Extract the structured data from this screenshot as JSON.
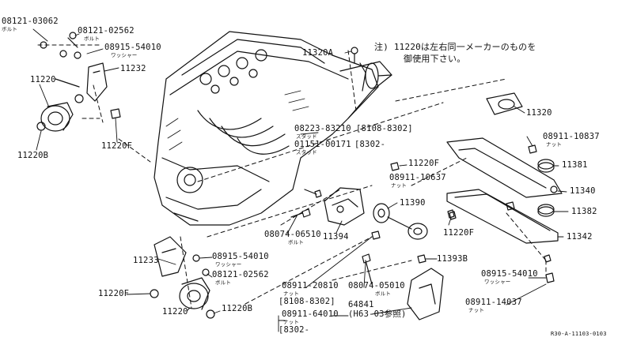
{
  "note": {
    "line1": "注) 11220は左右同一メーカーのものを",
    "line2": "御使用下さい。"
  },
  "labels": {
    "p08121_03062": "08121-03062",
    "bolt_a": "ボルト",
    "p08121_02562_a": "08121-02562",
    "bolt_b": "ボルト",
    "p08915_54010_a": "08915-54010",
    "washer_a": "ワッシャー",
    "p11232": "11232",
    "p11220_left": "11220",
    "p11220F_left": "11220F",
    "p11220B_left": "11220B",
    "p11320A": "11320A",
    "p08223_83210": "08223-83210",
    "stud_a": "スタッド",
    "range_a": "[8108-8302]",
    "p01151_00171": "01151-00171",
    "stud_b": "スタッド",
    "range_b": "[8302-",
    "p11220F_mid": "11220F",
    "p11320": "11320",
    "p08911_10837_a": "08911-10837",
    "nut_a": "ナット",
    "p11381": "11381",
    "p08911_10637": "08911-10637",
    "nut_b": "ナット",
    "p11340": "11340",
    "p11390": "11390",
    "p11382": "11382",
    "p08074_06510": "08074-06510",
    "bolt_c": "ボルト",
    "p11394": "11394",
    "p11220F_r": "11220F",
    "p11342": "11342",
    "p11233": "11233",
    "p08915_54010_b": "08915-54010",
    "washer_b": "ワッシャー",
    "p08121_02562_b": "08121-02562",
    "bolt_d": "ボルト",
    "p11393B": "11393B",
    "p11220F_bl": "11220F",
    "p11220_bl": "11220",
    "p11220B_bl": "11220B",
    "p08911_20810": "08911-20810",
    "nut_c": "ナット",
    "range_c": "[8108-8302]",
    "p08911_64010": "08911-64010",
    "nut_d": "ナット",
    "range_d": "[8302-",
    "p08074_05010": "08074-05010",
    "bolt_e": "ボルト",
    "p64841": "64841",
    "h63_ref": "(H63-03参照)",
    "p08915_54010_c": "08915-54010",
    "washer_c": "ワッシャー",
    "p08911_14037": "08911-14037",
    "nut_e": "ナット",
    "diagram_code": "R30-A-11103-0103"
  }
}
